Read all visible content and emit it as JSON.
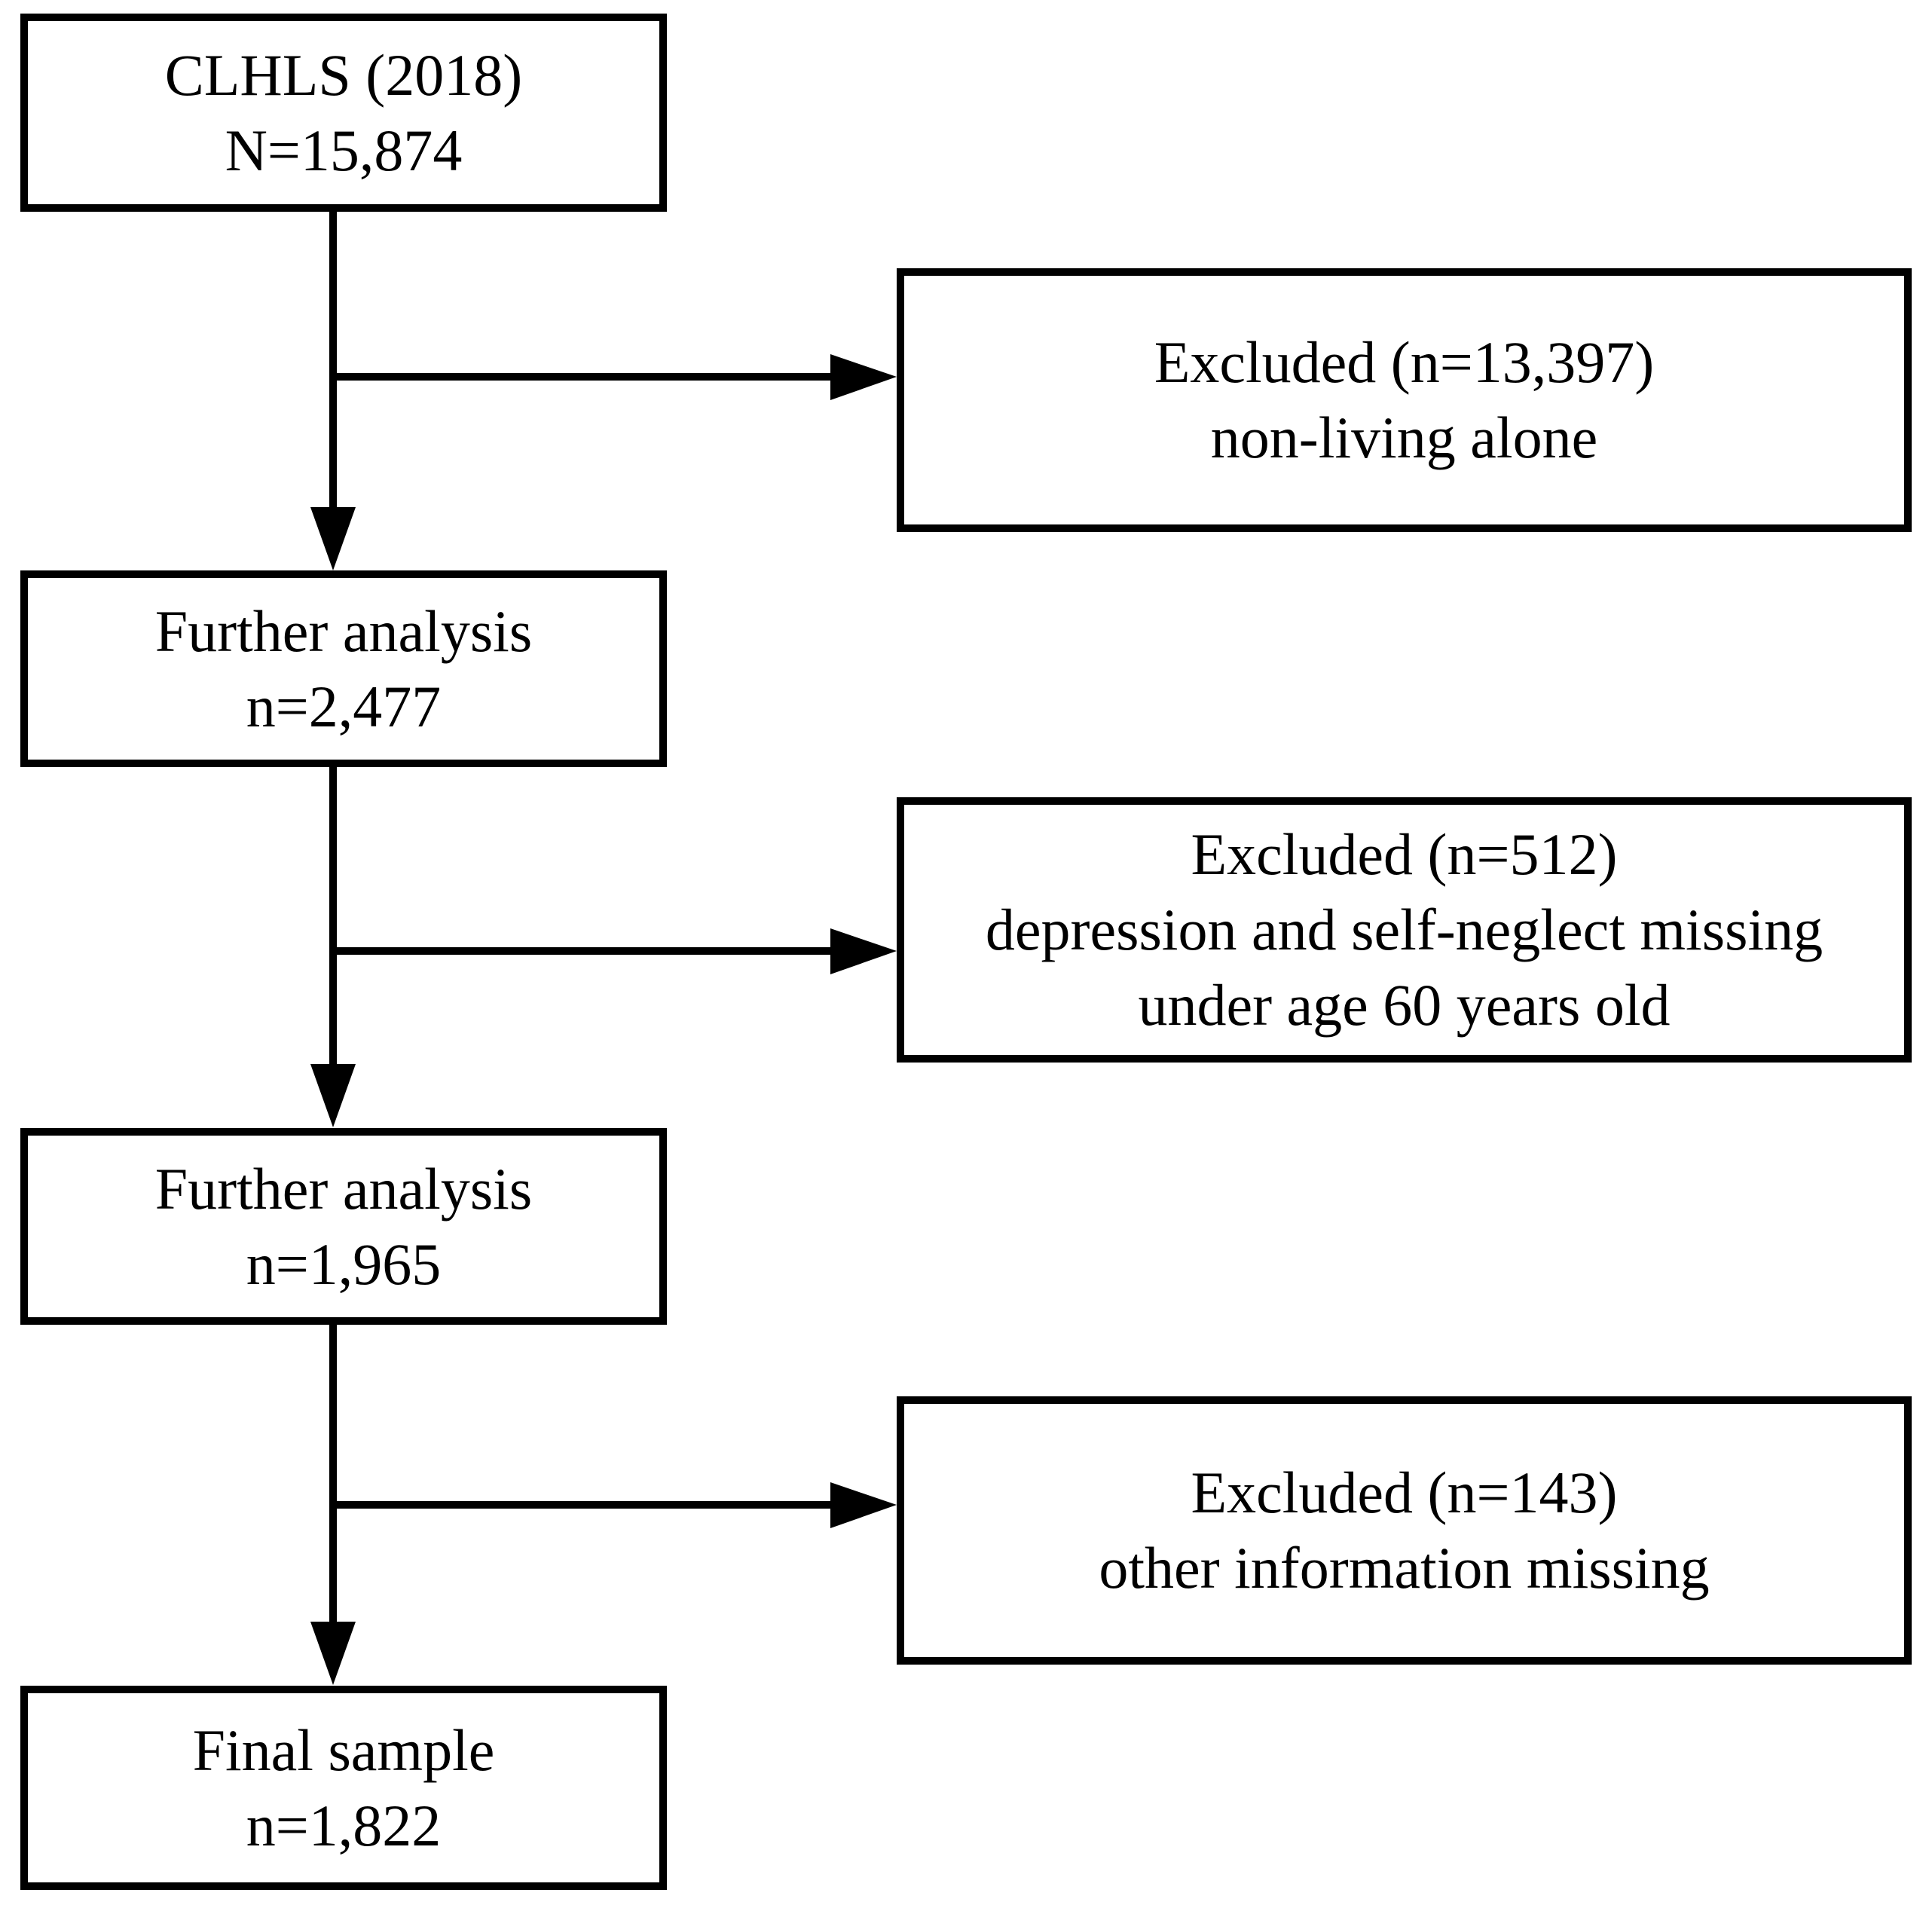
{
  "diagram": {
    "background_color": "#ffffff",
    "line_color": "#000000",
    "source_box": {
      "line1": "CLHLS (2018)",
      "line2": "N=15,874"
    },
    "excluded_1": {
      "line1": "Excluded (n=13,397)",
      "line2": "non-living alone"
    },
    "further_analysis_1": {
      "line1": "Further analysis",
      "line2": "n=2,477"
    },
    "excluded_2": {
      "line1": "Excluded (n=512)",
      "line2": "depression and self-neglect missing",
      "line3": "under age 60 years old"
    },
    "further_analysis_2": {
      "line1": "Further analysis",
      "line2": "n=1,965"
    },
    "excluded_3": {
      "line1": "Excluded (n=143)",
      "line2": "other information missing"
    },
    "final_box": {
      "line1": "Final sample",
      "line2": "n=1,822"
    }
  }
}
